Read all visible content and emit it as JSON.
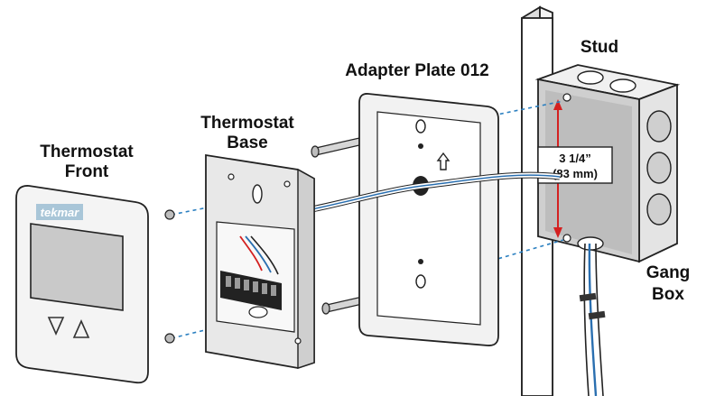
{
  "labels": {
    "thermostat_front": [
      "Thermostat",
      "Front"
    ],
    "thermostat_base": [
      "Thermostat",
      "Base"
    ],
    "adapter_plate": "Adapter Plate 012",
    "stud": "Stud",
    "gang_box": [
      "Gang",
      "Box"
    ],
    "dimension": [
      "3 1/4”",
      "(83 mm)"
    ]
  },
  "brand": "tekmar",
  "icons": {
    "down_button": "down-triangle-icon",
    "up_button": "up-triangle-icon",
    "plate_arrow": "up-arrow-icon"
  },
  "colors": {
    "guide_line": "#2a7fc0",
    "red_arrow": "#d42020",
    "wire_blue": "#2a6fb0",
    "brand_badge": "#a9c6d8",
    "screen": "#c9c9c9"
  }
}
